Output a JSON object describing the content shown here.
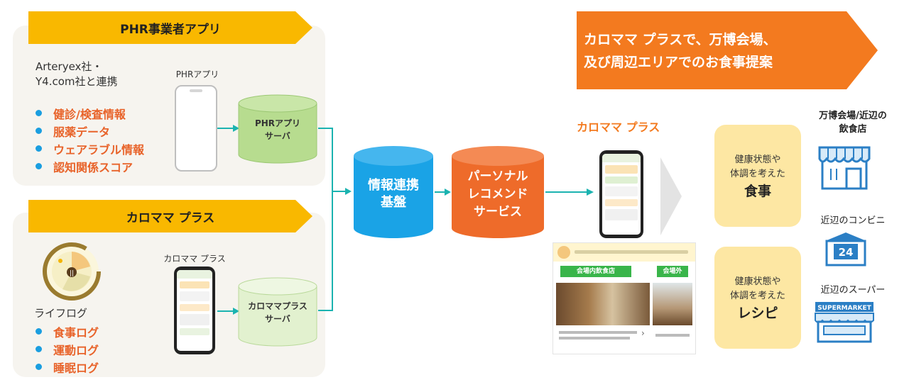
{
  "phr_section": {
    "title": "PHR事業者アプリ",
    "partner_line1": "Arteryex社・",
    "partner_line2": "Y4.com社と連携",
    "items": [
      "健診/検査情報",
      "服薬データ",
      "ウェアラブル情報",
      "認知関係スコア"
    ],
    "phone_label": "PHRアプリ",
    "server_line1": "PHRアプリ",
    "server_line2": "サーバ"
  },
  "karomama_section": {
    "title": "カロママ プラス",
    "lifelog_label": "ライフログ",
    "items": [
      "食事ログ",
      "運動ログ",
      "睡眠ログ"
    ],
    "phone_label": "カロママ プラス",
    "server_line1": "カロママプラス",
    "server_line2": "サーバ"
  },
  "center": {
    "platform_line1": "情報連携",
    "platform_line2": "基盤",
    "recommend_line1": "パーソナル",
    "recommend_line2": "レコメンド",
    "recommend_line3": "サービス"
  },
  "right": {
    "headline_line1": "カロママ プラスで、万博会場、",
    "headline_line2": "及び周辺エリアでのお食事提案",
    "app_label": "カロママ プラス",
    "screenshot_tab1": "会場内飲食店",
    "screenshot_tab2": "会場外",
    "meal_box": {
      "line1": "健康状態や",
      "line2": "体調を考えた",
      "big": "食事"
    },
    "recipe_box": {
      "line1": "健康状態や",
      "line2": "体調を考えた",
      "big": "レシピ"
    },
    "venue_line1": "万博会場/近辺の",
    "venue_line2": "飲食店",
    "convenience": "近辺のコンビニ",
    "supermarket": "近辺のスーパー",
    "conv_sign": "24",
    "super_sign": "SUPERMARKET"
  },
  "colors": {
    "banner_yellow": "#f9b800",
    "banner_orange": "#f37a1f",
    "blue_cylinder": "#1aa3e6",
    "orange_cylinder": "#ee6b2a",
    "green_cylinder": "#b7dc8f",
    "pale_green_cylinder": "#e2f1cf",
    "connector": "#1bb3b0",
    "bullet_text": "#e8632a",
    "icon_blue": "#2b7fc5"
  }
}
